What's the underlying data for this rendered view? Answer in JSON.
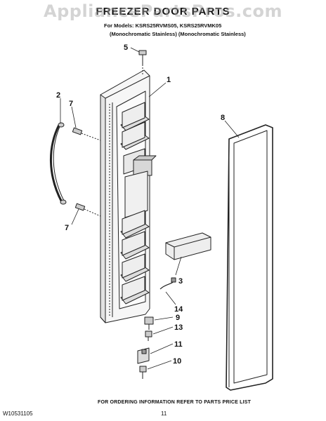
{
  "watermark": "AppliancePartsPros.com",
  "title": "FREEZER DOOR PARTS",
  "models_line": "For Models: KSRS25RVMS05, KSRS25RVMK05",
  "description_line": "(Monochromatic Stainless) (Monochromatic Stainless)",
  "callouts": [
    "5",
    "1",
    "2",
    "7",
    "8",
    "7",
    "3",
    "14",
    "9",
    "13",
    "11",
    "10"
  ],
  "footer": {
    "note": "FOR ORDERING INFORMATION REFER TO PARTS PRICE LIST",
    "doc_id": "W10531105",
    "page": "11"
  }
}
